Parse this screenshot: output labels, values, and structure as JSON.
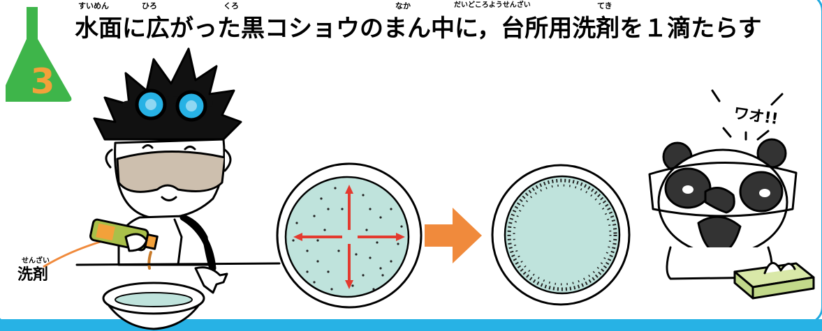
{
  "step": {
    "number": "3",
    "flask_color": "#3eb54a",
    "number_color": "#f3a13a"
  },
  "title": {
    "text": "水面に広がった黒コショウのまん中に，台所用洗剤を１滴たらす",
    "furigana": {
      "suimen": "すいめん",
      "hiro": "ひろ",
      "kuro": "くろ",
      "naka": "なか",
      "daidokoroyousenzai": "だいどころようせんざい",
      "teki": "てき"
    }
  },
  "label": {
    "ruby": "せんざい",
    "text": "洗剤",
    "line_color": "#f08a3c"
  },
  "panda": {
    "exclamation": "ワオ!!"
  },
  "colors": {
    "frame": "#22aadf",
    "water": "#bfe3dc",
    "arrow": "#f08a3c",
    "goggles": "#27b2e5",
    "spread_arrows": "#e33a2f",
    "tissue_box": "#d9e8a8"
  }
}
